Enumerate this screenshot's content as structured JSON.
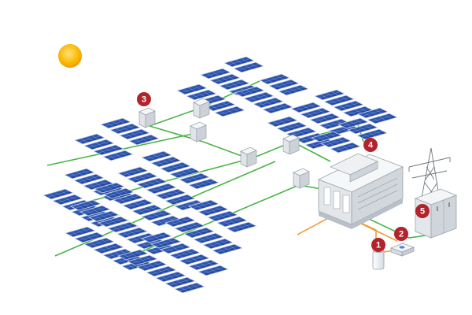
{
  "diagram": {
    "markers": [
      {
        "id": "marker-1",
        "label": "1"
      },
      {
        "id": "marker-2",
        "label": "2"
      },
      {
        "id": "marker-3",
        "label": "3"
      },
      {
        "id": "marker-4",
        "label": "4"
      },
      {
        "id": "marker-5",
        "label": "5"
      }
    ],
    "colors": {
      "panel_cell": "#1f3d99",
      "panel_cell_light": "#3a64c8",
      "panel_frame": "#d6dbe3",
      "dc_cable": "#49b446",
      "data_cable": "#f29b38",
      "marker": "#b3232b",
      "sun": "#f7b500",
      "equipment": "#eef0f2",
      "equipment_edge": "#9aa3ad",
      "tower": "#6f7680"
    },
    "icons": [
      "sun-icon",
      "solar-panel-icon",
      "combiner-box-icon",
      "inverter-icon",
      "transmission-tower-icon",
      "meter-icon",
      "datalogger-icon",
      "switchgear-icon"
    ]
  }
}
